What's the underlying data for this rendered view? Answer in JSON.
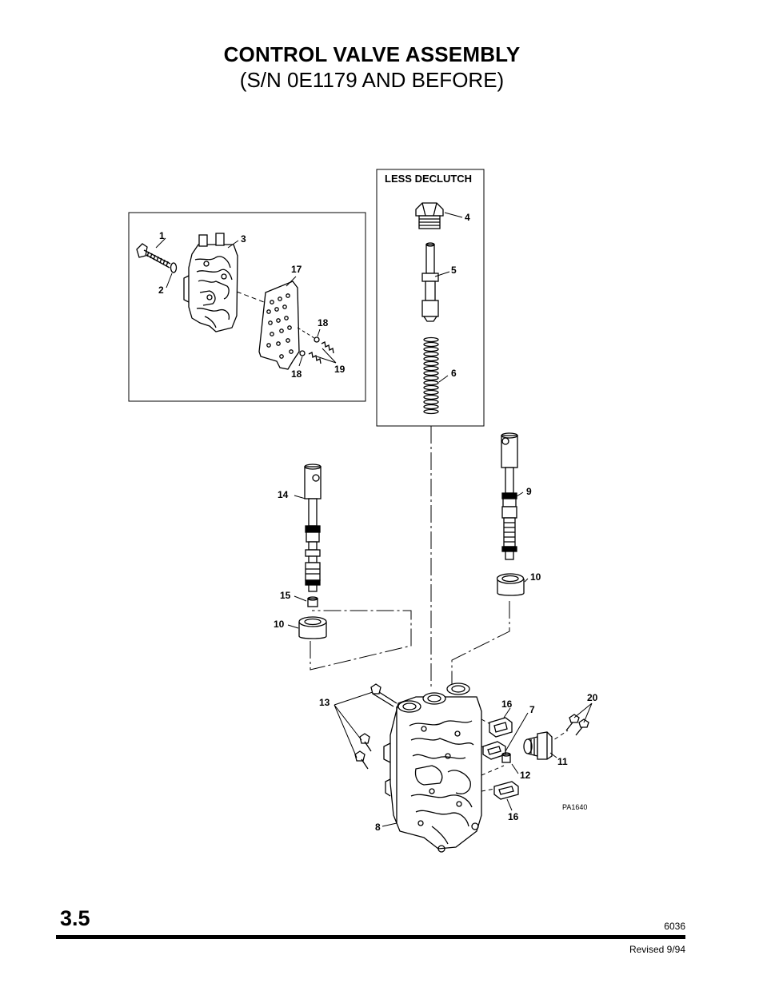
{
  "page": {
    "title": "CONTROL VALVE ASSEMBLY",
    "subtitle": "(S/N 0E1179 AND BEFORE)",
    "section": "3.5",
    "doc_number": "6036",
    "revised": "Revised 9/94",
    "figure_id": "PA1640",
    "inset_title": "LESS DECLUTCH"
  },
  "callouts": {
    "c1": "1",
    "c2": "2",
    "c3": "3",
    "c4": "4",
    "c5": "5",
    "c6": "6",
    "c7": "7",
    "c8": "8",
    "c9": "9",
    "c10a": "10",
    "c10b": "10",
    "c11": "11",
    "c12": "12",
    "c13": "13",
    "c14": "14",
    "c15": "15",
    "c16a": "16",
    "c16b": "16",
    "c17": "17",
    "c18a": "18",
    "c18b": "18",
    "c19": "19",
    "c20": "20"
  }
}
